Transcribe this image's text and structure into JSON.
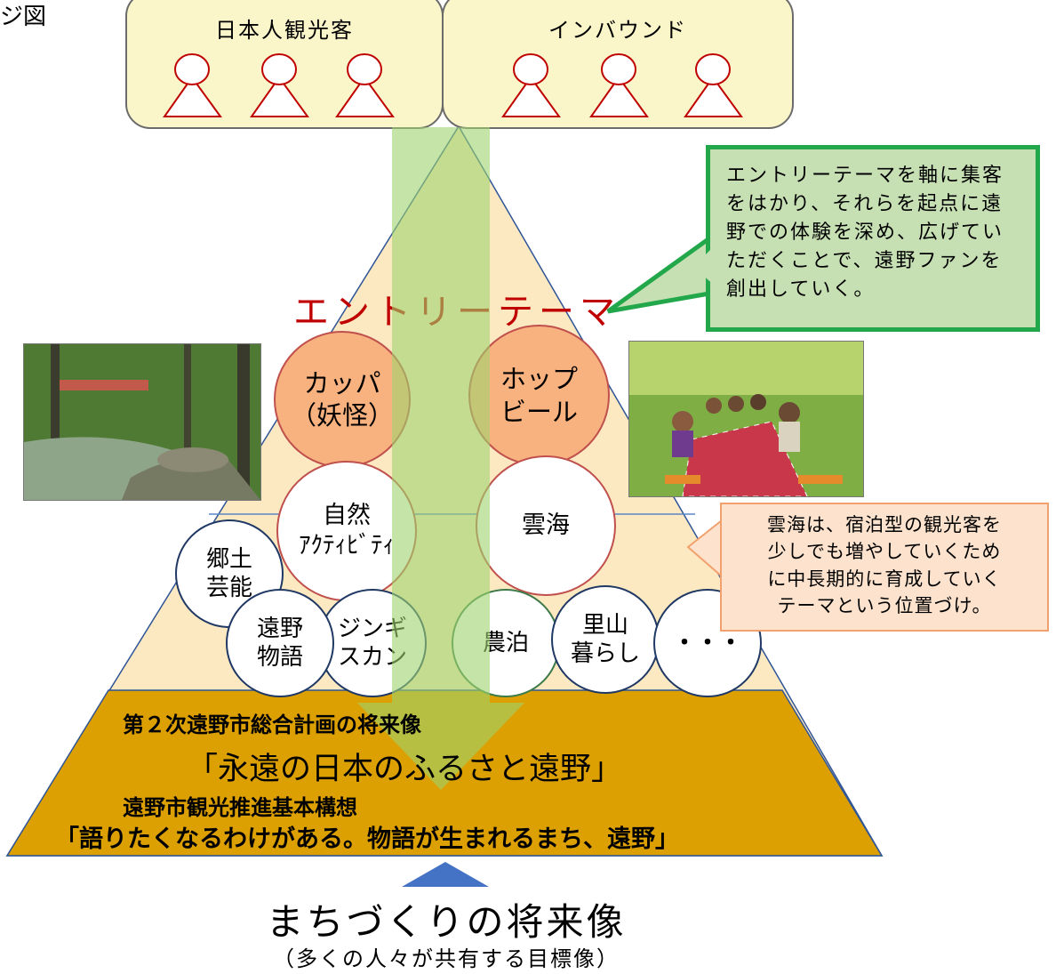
{
  "corner_text": "ジ図",
  "visitors": {
    "domestic_label": "日本人観光客",
    "inbound_label": "インバウンド"
  },
  "entry_theme_label": "エントリーテーマ",
  "entry_callout": "エントリーテーマを軸に集客をはかり、それらを起点に遠野での体験を深め、広げていただくことで、遠野ファンを創出していく。",
  "themes": {
    "kappa": [
      "カッパ",
      "（妖怪）"
    ],
    "hop": [
      "ホップ",
      "ビール"
    ],
    "nature": [
      "自然",
      "ｱｸﾃｨﾋﾞﾃｨ"
    ],
    "unkai": "雲海",
    "kyodo": [
      "郷土",
      "芸能"
    ],
    "tono_monogatari": [
      "遠野",
      "物語"
    ],
    "jingisukan": [
      "ジンギ",
      "スカン"
    ],
    "nohaku": "農泊",
    "satoyama": [
      "里山",
      "暮らし"
    ],
    "more": "・・・"
  },
  "unkai_callout": [
    "雲海は、宿泊型の観光客を",
    "少しでも増やしていくため",
    "に中長期的に育成していく",
    "テーマという位置づけ。"
  ],
  "base": {
    "plan_label": "第２次遠野市総合計画の将来像",
    "plan_title": "「永遠の日本のふるさと遠野」",
    "concept_label": "遠野市観光推進基本構想",
    "concept_title": "「語りたくなるわけがある。物語が生まれるまち、遠野」"
  },
  "future_vision": {
    "title": "まちづくりの将来像",
    "subtitle": "（多くの人々が共有する目標像）"
  },
  "colors": {
    "pyramid_fill": "#fde9c1",
    "base_fill": "#dda002",
    "arrow_green": "#a9d782",
    "person_red": "#c00000",
    "entry_text": "#c00000",
    "up_arrow": "#4472c4"
  }
}
